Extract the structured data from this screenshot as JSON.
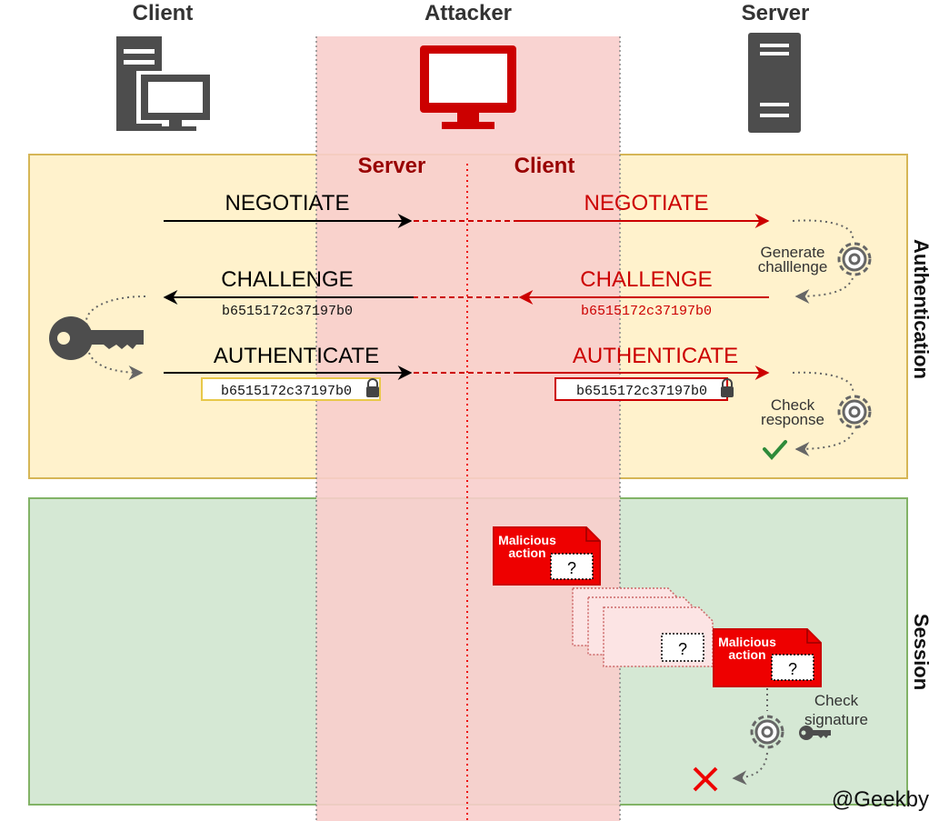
{
  "actors": {
    "client": "Client",
    "attacker": "Attacker",
    "server": "Server"
  },
  "attacker_roles": {
    "server": "Server",
    "client": "Client"
  },
  "sections": {
    "authentication": "Authentication",
    "session": "Session"
  },
  "messages": {
    "negotiate": "NEGOTIATE",
    "challenge": "CHALLENGE",
    "authenticate": "AUTHENTICATE"
  },
  "hashes": {
    "challenge_value": "b6515172c37197b0",
    "auth_value": "b6515172c37197b0"
  },
  "server_steps": {
    "generate_1": "Generate",
    "generate_2": "challlenge",
    "check_1": "Check",
    "check_2": "response",
    "sig_1": "Check",
    "sig_2": "signature"
  },
  "malicious": {
    "line1": "Malicious",
    "line2": "action",
    "placeholder": "?"
  },
  "credit": "@Geekby",
  "colors": {
    "auth_bg": "#fff2cc",
    "auth_border": "#d6b656",
    "session_bg": "#d5e8d4",
    "session_border": "#82b366",
    "attacker_bg": "#f8cecc",
    "red": "#cc0000",
    "icon_gray": "#4d4d4d"
  }
}
